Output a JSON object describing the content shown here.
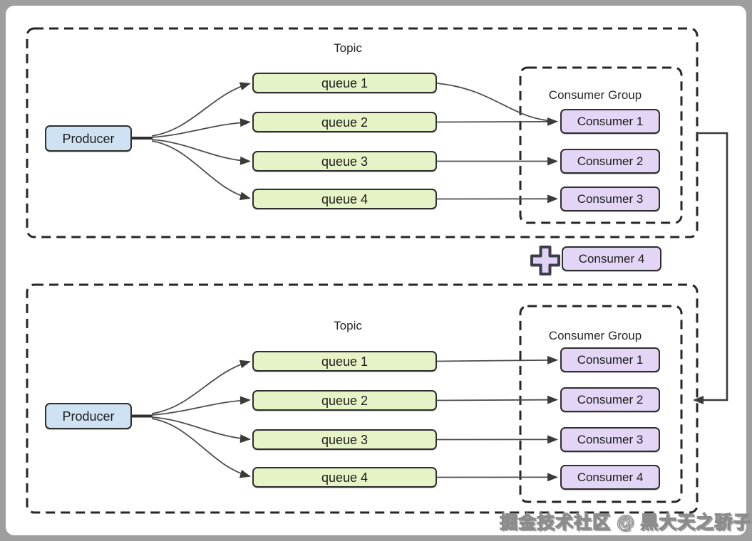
{
  "top_diagram": {
    "topic_label": "Topic",
    "producer_label": "Producer",
    "queues": [
      "queue 1",
      "queue 2",
      "queue 3",
      "queue 4"
    ],
    "consumer_group_label": "Consumer Group",
    "consumers": [
      "Consumer 1",
      "Consumer 2",
      "Consumer 3"
    ]
  },
  "middle": {
    "plus_icon": "plus-icon",
    "added_consumer_label": "Consumer 4"
  },
  "bottom_diagram": {
    "topic_label": "Topic",
    "producer_label": "Producer",
    "queues": [
      "queue 1",
      "queue 2",
      "queue 3",
      "queue 4"
    ],
    "consumer_group_label": "Consumer Group",
    "consumers": [
      "Consumer 1",
      "Consumer 2",
      "Consumer 3",
      "Consumer 4"
    ]
  },
  "watermark": "掘金技术社区 @ 黑大天之骄子",
  "colors": {
    "frame": "#9e9e9e",
    "producer_fill": "#cfe2f3",
    "queue_fill": "#e6f3c6",
    "consumer_fill": "#e3d5f5",
    "dash_border": "#262626",
    "arrow": "#4d4d4d"
  }
}
